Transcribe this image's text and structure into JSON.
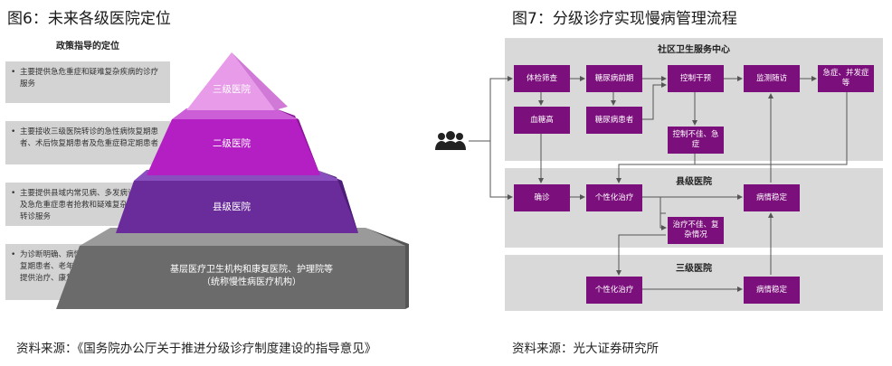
{
  "fig6": {
    "title": "图6：未来各级医院定位",
    "policy_heading": "政策指导的定位",
    "policies": [
      "主要提供急危重症和疑难复杂疾病的诊疗服务",
      "主要接收三级医院转诊的急性病恢复期患者、术后恢复期患者及危重症稳定期患者",
      "主要提供县域内常见病、多发病诊疗，以及急危重症患者抢救和疑难复杂疾病向上转诊服务",
      "为诊断明确、病情稳定的慢性病患者、康复期患者、老年病患者、晚期肿瘤患者等提供治疗、康复、护理服务"
    ],
    "levels": {
      "tier3": "三级医院",
      "tier2": "二级医院",
      "county": "县级医院",
      "base_line1": "基层医疗卫生机构和康复医院、护理院等",
      "base_line2": "（统称慢性病医疗机构）"
    },
    "source": "资料来源：《国务院办公厅关于推进分级诊疗制度建设的指导意见》",
    "colors": {
      "tier3": "#e89be8",
      "tier2": "#b41fc4",
      "county": "#6a2c9a",
      "base": "#6b6b6b"
    }
  },
  "fig7": {
    "title": "图7：分级诊疗实现慢病管理流程",
    "patient_icon": "people-group-icon",
    "sections": {
      "community": "社区卫生服务中心",
      "county": "县级医院",
      "tier3": "三级医院"
    },
    "nodes": {
      "exam": "体检筛查",
      "prediabetes": "糖尿病前期",
      "control": "控制干预",
      "monitor": "监测随访",
      "acute": "急症、并发症等",
      "hyperglycemia": "血糖高",
      "diabetic": "糖尿病患者",
      "uncontrolled": "控制不佳、急症",
      "diagnose": "确诊",
      "personal_county": "个性化治疗",
      "stable_county": "病情稳定",
      "poor_complex": "治疗不佳、复杂情况",
      "personal_t3": "个性化治疗",
      "stable_t3": "病情稳定"
    },
    "source": "资料来源：光大证券研究所",
    "colors": {
      "node": "#7b0f7b",
      "band": "#d9d9d9"
    }
  }
}
